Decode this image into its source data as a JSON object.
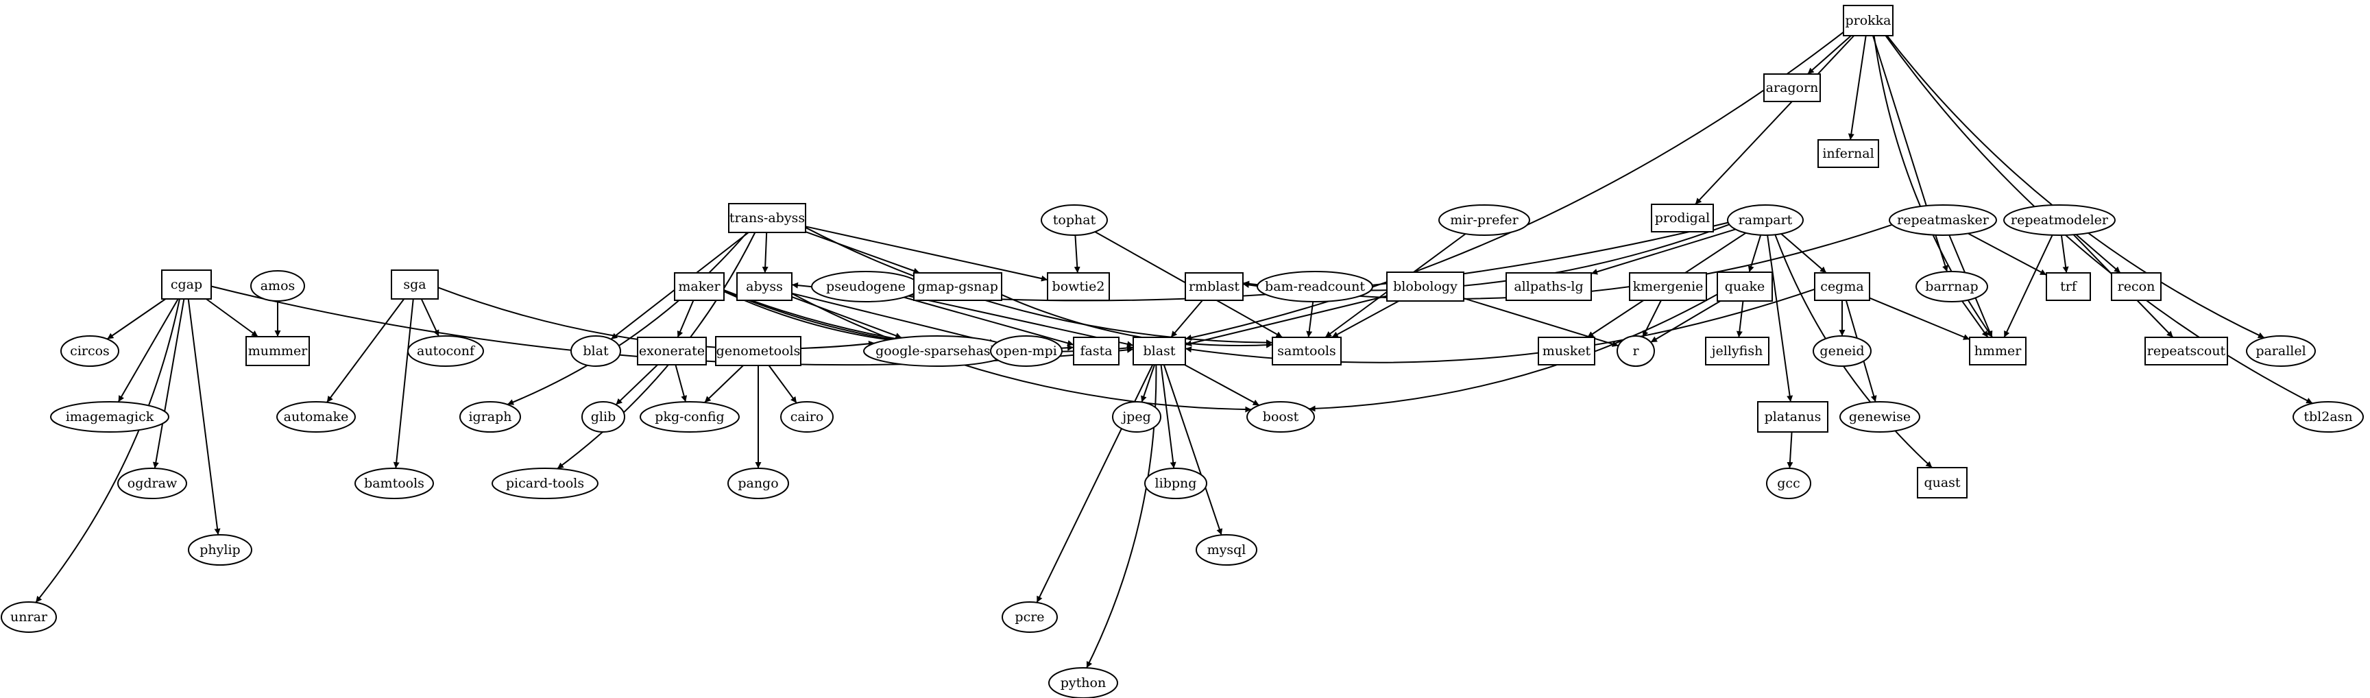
{
  "graph": {
    "nodes": [
      {
        "id": "prokka",
        "label": "prokka",
        "shape": "box"
      },
      {
        "id": "aragorn",
        "label": "aragorn",
        "shape": "box"
      },
      {
        "id": "infernal",
        "label": "infernal",
        "shape": "box"
      },
      {
        "id": "prodigal",
        "label": "prodigal",
        "shape": "box"
      },
      {
        "id": "rampart",
        "label": "rampart",
        "shape": "ellipse"
      },
      {
        "id": "repeatmasker",
        "label": "repeatmasker",
        "shape": "ellipse"
      },
      {
        "id": "repeatmodeler",
        "label": "repeatmodeler",
        "shape": "ellipse"
      },
      {
        "id": "trans-abyss",
        "label": "trans-abyss",
        "shape": "box"
      },
      {
        "id": "tophat",
        "label": "tophat",
        "shape": "ellipse"
      },
      {
        "id": "mir-prefer",
        "label": "mir-prefer",
        "shape": "ellipse"
      },
      {
        "id": "cgap",
        "label": "cgap",
        "shape": "box"
      },
      {
        "id": "amos",
        "label": "amos",
        "shape": "ellipse"
      },
      {
        "id": "sga",
        "label": "sga",
        "shape": "box"
      },
      {
        "id": "maker",
        "label": "maker",
        "shape": "box"
      },
      {
        "id": "abyss",
        "label": "abyss",
        "shape": "box"
      },
      {
        "id": "pseudogene",
        "label": "pseudogene",
        "shape": "ellipse"
      },
      {
        "id": "gmap-gsnap",
        "label": "gmap-gsnap",
        "shape": "box"
      },
      {
        "id": "bowtie2",
        "label": "bowtie2",
        "shape": "box"
      },
      {
        "id": "rmblast",
        "label": "rmblast",
        "shape": "box"
      },
      {
        "id": "bam-readcount",
        "label": "bam-readcount",
        "shape": "ellipse"
      },
      {
        "id": "blobology",
        "label": "blobology",
        "shape": "box"
      },
      {
        "id": "allpaths-lg",
        "label": "allpaths-lg",
        "shape": "box"
      },
      {
        "id": "kmergenie",
        "label": "kmergenie",
        "shape": "box"
      },
      {
        "id": "quake",
        "label": "quake",
        "shape": "box"
      },
      {
        "id": "cegma",
        "label": "cegma",
        "shape": "box"
      },
      {
        "id": "barrnap",
        "label": "barrnap",
        "shape": "ellipse"
      },
      {
        "id": "trf",
        "label": "trf",
        "shape": "box"
      },
      {
        "id": "recon",
        "label": "recon",
        "shape": "box"
      },
      {
        "id": "circos",
        "label": "circos",
        "shape": "ellipse"
      },
      {
        "id": "mummer",
        "label": "mummer",
        "shape": "box"
      },
      {
        "id": "autoconf",
        "label": "autoconf",
        "shape": "ellipse"
      },
      {
        "id": "blat",
        "label": "blat",
        "shape": "ellipse"
      },
      {
        "id": "exonerate",
        "label": "exonerate",
        "shape": "box"
      },
      {
        "id": "genometools",
        "label": "genometools",
        "shape": "box"
      },
      {
        "id": "google-sparsehash",
        "label": "google-sparsehash",
        "shape": "ellipse"
      },
      {
        "id": "open-mpi",
        "label": "open-mpi",
        "shape": "ellipse"
      },
      {
        "id": "fasta",
        "label": "fasta",
        "shape": "box"
      },
      {
        "id": "blast",
        "label": "blast",
        "shape": "box"
      },
      {
        "id": "samtools",
        "label": "samtools",
        "shape": "box"
      },
      {
        "id": "musket",
        "label": "musket",
        "shape": "box"
      },
      {
        "id": "r",
        "label": "r",
        "shape": "ellipse"
      },
      {
        "id": "jellyfish",
        "label": "jellyfish",
        "shape": "box"
      },
      {
        "id": "geneid",
        "label": "geneid",
        "shape": "ellipse"
      },
      {
        "id": "hmmer",
        "label": "hmmer",
        "shape": "box"
      },
      {
        "id": "repeatscout",
        "label": "repeatscout",
        "shape": "box"
      },
      {
        "id": "parallel",
        "label": "parallel",
        "shape": "ellipse"
      },
      {
        "id": "imagemagick",
        "label": "imagemagick",
        "shape": "ellipse"
      },
      {
        "id": "automake",
        "label": "automake",
        "shape": "ellipse"
      },
      {
        "id": "igraph",
        "label": "igraph",
        "shape": "ellipse"
      },
      {
        "id": "glib",
        "label": "glib",
        "shape": "ellipse"
      },
      {
        "id": "pkg-config",
        "label": "pkg-config",
        "shape": "ellipse"
      },
      {
        "id": "cairo",
        "label": "cairo",
        "shape": "ellipse"
      },
      {
        "id": "jpeg",
        "label": "jpeg",
        "shape": "ellipse"
      },
      {
        "id": "boost",
        "label": "boost",
        "shape": "ellipse"
      },
      {
        "id": "platanus",
        "label": "platanus",
        "shape": "box"
      },
      {
        "id": "genewise",
        "label": "genewise",
        "shape": "ellipse"
      },
      {
        "id": "tbl2asn",
        "label": "tbl2asn",
        "shape": "ellipse"
      },
      {
        "id": "ogdraw",
        "label": "ogdraw",
        "shape": "ellipse"
      },
      {
        "id": "bamtools",
        "label": "bamtools",
        "shape": "ellipse"
      },
      {
        "id": "picard-tools",
        "label": "picard-tools",
        "shape": "ellipse"
      },
      {
        "id": "pango",
        "label": "pango",
        "shape": "ellipse"
      },
      {
        "id": "libpng",
        "label": "libpng",
        "shape": "ellipse"
      },
      {
        "id": "gcc",
        "label": "gcc",
        "shape": "ellipse"
      },
      {
        "id": "quast",
        "label": "quast",
        "shape": "box"
      },
      {
        "id": "phylip",
        "label": "phylip",
        "shape": "ellipse"
      },
      {
        "id": "mysql",
        "label": "mysql",
        "shape": "ellipse"
      },
      {
        "id": "unrar",
        "label": "unrar",
        "shape": "ellipse"
      },
      {
        "id": "pcre",
        "label": "pcre",
        "shape": "ellipse"
      },
      {
        "id": "python",
        "label": "python",
        "shape": "ellipse"
      }
    ],
    "edges": [
      [
        "prokka",
        "aragorn"
      ],
      [
        "prokka",
        "infernal"
      ],
      [
        "prokka",
        "prodigal"
      ],
      [
        "prokka",
        "barrnap"
      ],
      [
        "prokka",
        "hmmer"
      ],
      [
        "prokka",
        "parallel"
      ],
      [
        "prokka",
        "tbl2asn"
      ],
      [
        "prokka",
        "blast"
      ],
      [
        "rampart",
        "rmblast"
      ],
      [
        "rampart",
        "abyss"
      ],
      [
        "rampart",
        "allpaths-lg"
      ],
      [
        "rampart",
        "musket"
      ],
      [
        "rampart",
        "quake"
      ],
      [
        "rampart",
        "cegma"
      ],
      [
        "rampart",
        "platanus"
      ],
      [
        "rampart",
        "quast"
      ],
      [
        "repeatmasker",
        "rmblast"
      ],
      [
        "repeatmasker",
        "trf"
      ],
      [
        "repeatmasker",
        "hmmer"
      ],
      [
        "repeatmodeler",
        "trf"
      ],
      [
        "repeatmodeler",
        "recon"
      ],
      [
        "repeatmodeler",
        "repeatscout"
      ],
      [
        "repeatmodeler",
        "hmmer"
      ],
      [
        "trans-abyss",
        "abyss"
      ],
      [
        "trans-abyss",
        "gmap-gsnap"
      ],
      [
        "trans-abyss",
        "bowtie2"
      ],
      [
        "trans-abyss",
        "blat"
      ],
      [
        "trans-abyss",
        "igraph"
      ],
      [
        "trans-abyss",
        "picard-tools"
      ],
      [
        "trans-abyss",
        "samtools"
      ],
      [
        "tophat",
        "bowtie2"
      ],
      [
        "tophat",
        "samtools"
      ],
      [
        "mir-prefer",
        "samtools"
      ],
      [
        "cgap",
        "circos"
      ],
      [
        "cgap",
        "mummer"
      ],
      [
        "cgap",
        "imagemagick"
      ],
      [
        "cgap",
        "ogdraw"
      ],
      [
        "cgap",
        "phylip"
      ],
      [
        "cgap",
        "unrar"
      ],
      [
        "cgap",
        "blast"
      ],
      [
        "amos",
        "mummer"
      ],
      [
        "sga",
        "autoconf"
      ],
      [
        "sga",
        "automake"
      ],
      [
        "sga",
        "bamtools"
      ],
      [
        "sga",
        "google-sparsehash"
      ],
      [
        "maker",
        "exonerate"
      ],
      [
        "maker",
        "blast"
      ],
      [
        "maker",
        "open-mpi"
      ],
      [
        "maker",
        "fasta"
      ],
      [
        "abyss",
        "google-sparsehash"
      ],
      [
        "abyss",
        "open-mpi"
      ],
      [
        "abyss",
        "boost"
      ],
      [
        "pseudogene",
        "blast"
      ],
      [
        "pseudogene",
        "fasta"
      ],
      [
        "gmap-gsnap",
        "samtools"
      ],
      [
        "rmblast",
        "blast"
      ],
      [
        "bam-readcount",
        "samtools"
      ],
      [
        "blobology",
        "blast"
      ],
      [
        "blobology",
        "samtools"
      ],
      [
        "blobology",
        "r"
      ],
      [
        "kmergenie",
        "r"
      ],
      [
        "quake",
        "r"
      ],
      [
        "quake",
        "jellyfish"
      ],
      [
        "quake",
        "boost"
      ],
      [
        "cegma",
        "geneid"
      ],
      [
        "cegma",
        "genewise"
      ],
      [
        "cegma",
        "hmmer"
      ],
      [
        "cegma",
        "blast"
      ],
      [
        "barrnap",
        "hmmer"
      ],
      [
        "exonerate",
        "glib"
      ],
      [
        "exonerate",
        "pkg-config"
      ],
      [
        "genometools",
        "pkg-config"
      ],
      [
        "genometools",
        "cairo"
      ],
      [
        "genometools",
        "pango"
      ],
      [
        "blast",
        "jpeg"
      ],
      [
        "blast",
        "libpng"
      ],
      [
        "blast",
        "mysql"
      ],
      [
        "blast",
        "pcre"
      ],
      [
        "blast",
        "python"
      ],
      [
        "blast",
        "boost"
      ],
      [
        "platanus",
        "gcc"
      ]
    ]
  }
}
